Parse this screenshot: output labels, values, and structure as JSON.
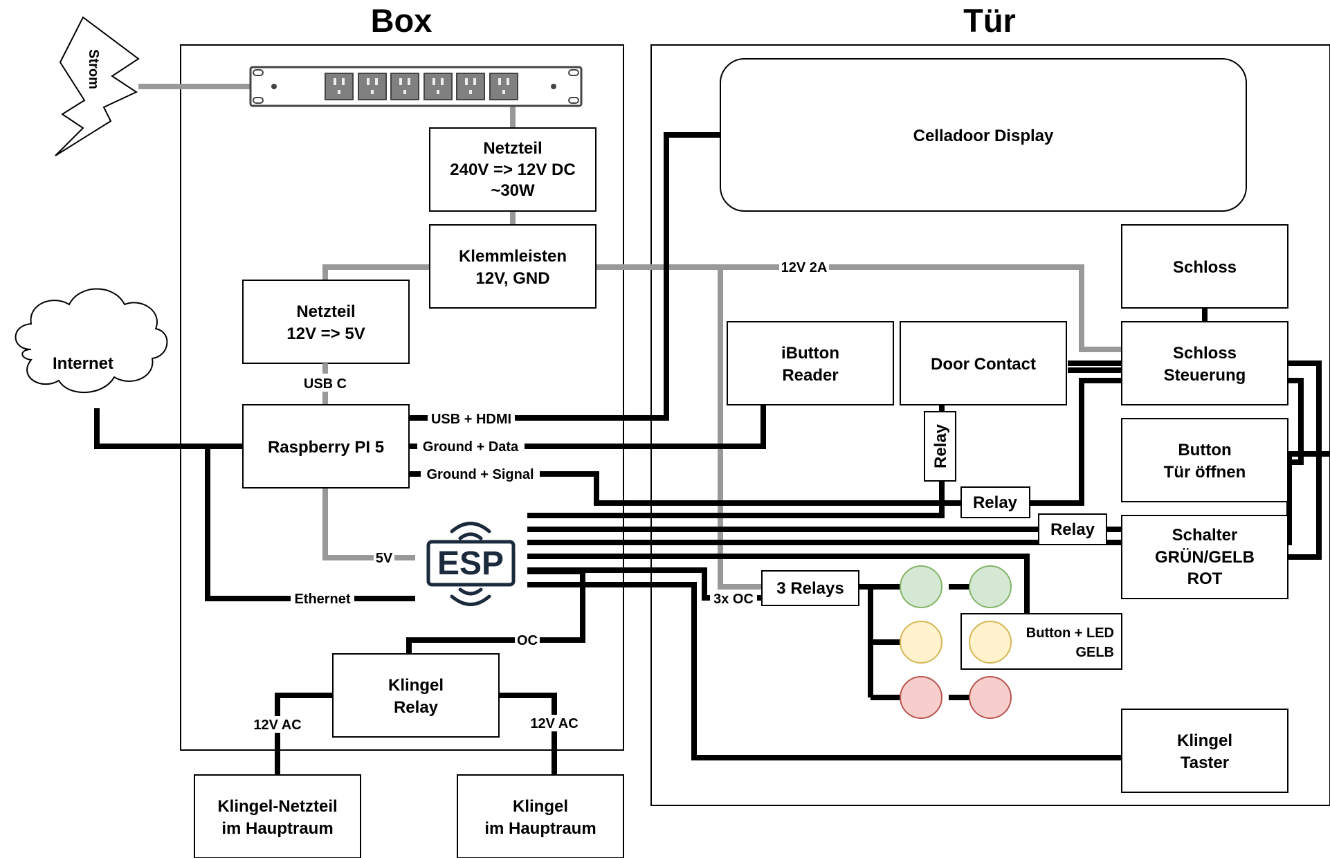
{
  "sections": {
    "box": "Box",
    "tuer": "Tür"
  },
  "nodes": {
    "strom": "Strom",
    "internet": "Internet",
    "netzteil_main_1": "Netzteil",
    "netzteil_main_2": "240V => 12V DC",
    "netzteil_main_3": "~30W",
    "klemm_1": "Klemmleisten",
    "klemm_2": "12V, GND",
    "netzteil_5v_1": "Netzteil",
    "netzteil_5v_2": "12V => 5V",
    "raspberry": "Raspberry PI 5",
    "esp": "ESP",
    "klingel_relay_1": "Klingel",
    "klingel_relay_2": "Relay",
    "klingel_netzteil_1": "Klingel-Netzteil",
    "klingel_netzteil_2": "im Hauptraum",
    "klingel_haupt_1": "Klingel",
    "klingel_haupt_2": "im Hauptraum",
    "celladoor": "Celladoor Display",
    "schloss": "Schloss",
    "schloss_st_1": "Schloss",
    "schloss_st_2": "Steuerung",
    "ibutton_1": "iButton",
    "ibutton_2": "Reader",
    "door_contact": "Door Contact",
    "button_tuer_1": "Button",
    "button_tuer_2": "Tür öffnen",
    "schalter_1": "Schalter",
    "schalter_2": "GRÜN/GELB",
    "schalter_3": "ROT",
    "relay_v": "Relay",
    "relay_1": "Relay",
    "relay_2": "Relay",
    "three_relays": "3 Relays",
    "button_led_1": "Button + LED",
    "button_led_2": "GELB",
    "klingel_taster_1": "Klingel",
    "klingel_taster_2": "Taster"
  },
  "edge_labels": {
    "usb_c": "USB C",
    "usb_hdmi": "USB + HDMI",
    "ground_data": "Ground + Data",
    "ground_signal": "Ground + Signal",
    "five_v": "5V",
    "ethernet": "Ethernet",
    "oc": "OC",
    "three_oc": "3x OC",
    "ac_left": "12V AC",
    "ac_right": "12V AC",
    "twelve_v_2a": "12V 2A"
  },
  "colors": {
    "signal_wire": "#000000",
    "power_wire": "#999999",
    "led_green_fill": "#d5e8d4",
    "led_green_stroke": "#82b366",
    "led_yellow_fill": "#fff2cc",
    "led_yellow_stroke": "#d6b656",
    "led_red_fill": "#f8cecc",
    "led_red_stroke": "#b85450",
    "power_strip_outlet": "#808080",
    "esp_logo": "#1b2a3c"
  },
  "icons": {
    "power_strip": "power-strip-icon",
    "lightning": "lightning-icon",
    "cloud": "cloud-icon",
    "esp_logo": "esp-logo-icon"
  }
}
